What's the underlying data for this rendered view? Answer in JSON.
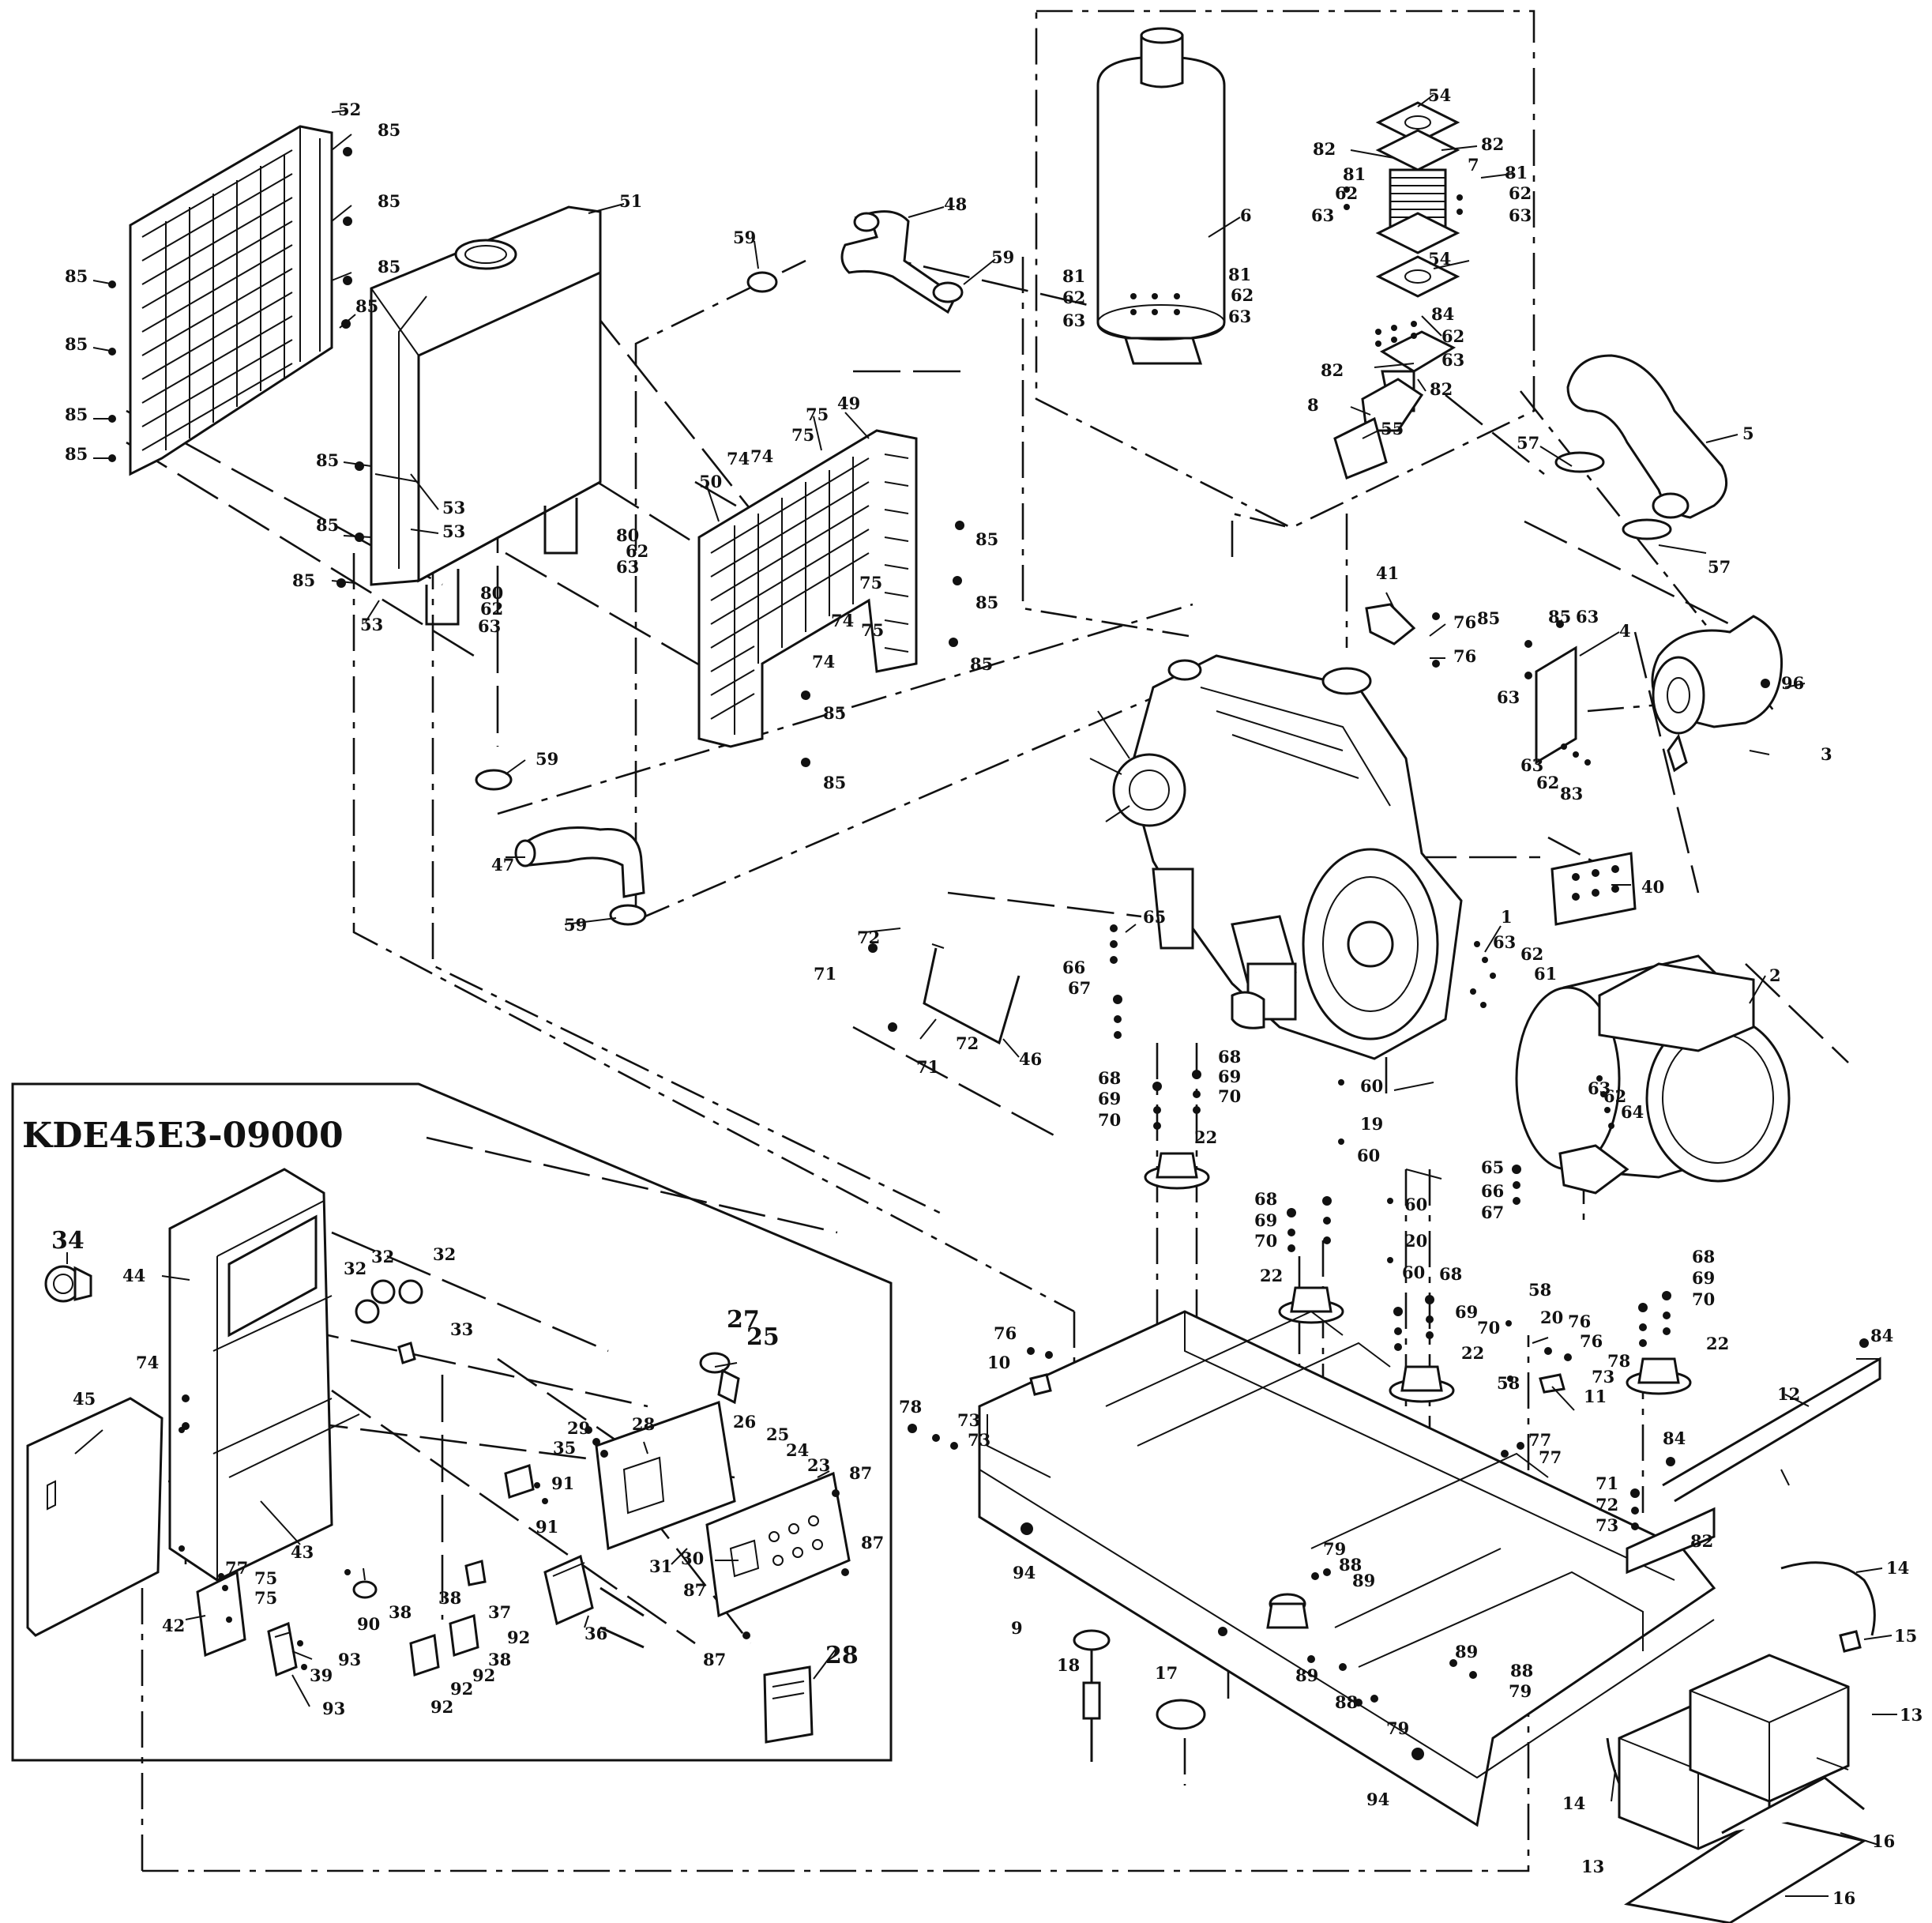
{
  "diagram": {
    "model_label": "KDE45E3-09000",
    "callouts": [
      {
        "id": "c52",
        "text": "52"
      },
      {
        "id": "c85a",
        "text": "85"
      },
      {
        "id": "c85b",
        "text": "85"
      },
      {
        "id": "c85c",
        "text": "85"
      },
      {
        "id": "c85d",
        "text": "85"
      },
      {
        "id": "c85e",
        "text": "85"
      },
      {
        "id": "c85f",
        "text": "85"
      },
      {
        "id": "c85g",
        "text": "85"
      },
      {
        "id": "c85h",
        "text": "85"
      },
      {
        "id": "c51",
        "text": "51"
      },
      {
        "id": "c85i",
        "text": "85"
      },
      {
        "id": "c85j",
        "text": "85"
      },
      {
        "id": "c85k",
        "text": "85"
      },
      {
        "id": "c53a",
        "text": "53"
      },
      {
        "id": "c53b",
        "text": "53"
      },
      {
        "id": "c53c",
        "text": "53"
      },
      {
        "id": "c80a",
        "text": "80"
      },
      {
        "id": "c62a",
        "text": "62"
      },
      {
        "id": "c63a",
        "text": "63"
      },
      {
        "id": "c80b",
        "text": "80"
      },
      {
        "id": "c62b",
        "text": "62"
      },
      {
        "id": "c63b",
        "text": "63"
      },
      {
        "id": "c48",
        "text": "48"
      },
      {
        "id": "c59a",
        "text": "59"
      },
      {
        "id": "c59b",
        "text": "59"
      },
      {
        "id": "c49",
        "text": "49"
      },
      {
        "id": "c50",
        "text": "50"
      },
      {
        "id": "c75a",
        "text": "75"
      },
      {
        "id": "c75b",
        "text": "75"
      },
      {
        "id": "c74a",
        "text": "74"
      },
      {
        "id": "c74b",
        "text": "74"
      },
      {
        "id": "c75c",
        "text": "75"
      },
      {
        "id": "c74c",
        "text": "74"
      },
      {
        "id": "c75d",
        "text": "75"
      },
      {
        "id": "c74d",
        "text": "74"
      },
      {
        "id": "c85l",
        "text": "85"
      },
      {
        "id": "c85m",
        "text": "85"
      },
      {
        "id": "c85n",
        "text": "85"
      },
      {
        "id": "c85o",
        "text": "85"
      },
      {
        "id": "c85p",
        "text": "85"
      },
      {
        "id": "c6",
        "text": "6"
      },
      {
        "id": "c54a",
        "text": "54"
      },
      {
        "id": "c82a",
        "text": "82"
      },
      {
        "id": "c82b",
        "text": "82"
      },
      {
        "id": "c7",
        "text": "7"
      },
      {
        "id": "c81a",
        "text": "81"
      },
      {
        "id": "c62c",
        "text": "62"
      },
      {
        "id": "c63c",
        "text": "63"
      },
      {
        "id": "c81b",
        "text": "81"
      },
      {
        "id": "c62d",
        "text": "62"
      },
      {
        "id": "c63d",
        "text": "63"
      },
      {
        "id": "c54b",
        "text": "54"
      },
      {
        "id": "c81c",
        "text": "81"
      },
      {
        "id": "c62e",
        "text": "62"
      },
      {
        "id": "c63e",
        "text": "63"
      },
      {
        "id": "c81d",
        "text": "81"
      },
      {
        "id": "c62f",
        "text": "62"
      },
      {
        "id": "c63f",
        "text": "63"
      },
      {
        "id": "c84a",
        "text": "84"
      },
      {
        "id": "c62g",
        "text": "62"
      },
      {
        "id": "c63g",
        "text": "63"
      },
      {
        "id": "c82c",
        "text": "82"
      },
      {
        "id": "c82d",
        "text": "82"
      },
      {
        "id": "c8",
        "text": "8"
      },
      {
        "id": "c55",
        "text": "55"
      },
      {
        "id": "c5",
        "text": "5"
      },
      {
        "id": "c57a",
        "text": "57"
      },
      {
        "id": "c57b",
        "text": "57"
      },
      {
        "id": "c41",
        "text": "41"
      },
      {
        "id": "c76a",
        "text": "76"
      },
      {
        "id": "c76b",
        "text": "76"
      },
      {
        "id": "c85q",
        "text": "85"
      },
      {
        "id": "c63h",
        "text": "63"
      },
      {
        "id": "c4",
        "text": "4"
      },
      {
        "id": "c85r",
        "text": "85"
      },
      {
        "id": "c63i",
        "text": "63"
      },
      {
        "id": "c96",
        "text": "96"
      },
      {
        "id": "c3",
        "text": "3"
      },
      {
        "id": "c63j",
        "text": "63"
      },
      {
        "id": "c62h",
        "text": "62"
      },
      {
        "id": "c83",
        "text": "83"
      },
      {
        "id": "c59c",
        "text": "59"
      },
      {
        "id": "c47",
        "text": "47"
      },
      {
        "id": "c59d",
        "text": "59"
      },
      {
        "id": "c40",
        "text": "40"
      },
      {
        "id": "c1",
        "text": "1"
      },
      {
        "id": "c63k",
        "text": "63"
      },
      {
        "id": "c62i",
        "text": "62"
      },
      {
        "id": "c61",
        "text": "61"
      },
      {
        "id": "c65a",
        "text": "65"
      },
      {
        "id": "c66a",
        "text": "66"
      },
      {
        "id": "c67a",
        "text": "67"
      },
      {
        "id": "c72a",
        "text": "72"
      },
      {
        "id": "c71a",
        "text": "71"
      },
      {
        "id": "c72b",
        "text": "72"
      },
      {
        "id": "c71b",
        "text": "71"
      },
      {
        "id": "c46",
        "text": "46"
      },
      {
        "id": "c2",
        "text": "2"
      },
      {
        "id": "c63l",
        "text": "63"
      },
      {
        "id": "c62j",
        "text": "62"
      },
      {
        "id": "c64",
        "text": "64"
      },
      {
        "id": "c60a",
        "text": "60"
      },
      {
        "id": "c19",
        "text": "19"
      },
      {
        "id": "c60b",
        "text": "60"
      },
      {
        "id": "c68a",
        "text": "68"
      },
      {
        "id": "c69a",
        "text": "69"
      },
      {
        "id": "c70a",
        "text": "70"
      },
      {
        "id": "c68b",
        "text": "68"
      },
      {
        "id": "c69b",
        "text": "69"
      },
      {
        "id": "c70b",
        "text": "70"
      },
      {
        "id": "c22a",
        "text": "22"
      },
      {
        "id": "c65b",
        "text": "65"
      },
      {
        "id": "c66b",
        "text": "66"
      },
      {
        "id": "c67b",
        "text": "67"
      },
      {
        "id": "c60c",
        "text": "60"
      },
      {
        "id": "c20a",
        "text": "20"
      },
      {
        "id": "c60d",
        "text": "60"
      },
      {
        "id": "c68c",
        "text": "68"
      },
      {
        "id": "c69c",
        "text": "69"
      },
      {
        "id": "c70c",
        "text": "70"
      },
      {
        "id": "c22b",
        "text": "22"
      },
      {
        "id": "c68d",
        "text": "68"
      },
      {
        "id": "c69d",
        "text": "69"
      },
      {
        "id": "c70d",
        "text": "70"
      },
      {
        "id": "c22c",
        "text": "22"
      },
      {
        "id": "c58a",
        "text": "58"
      },
      {
        "id": "c20b",
        "text": "20"
      },
      {
        "id": "c76c",
        "text": "76"
      },
      {
        "id": "c76d",
        "text": "76"
      },
      {
        "id": "c78a",
        "text": "78"
      },
      {
        "id": "c73a",
        "text": "73"
      },
      {
        "id": "c58b",
        "text": "58"
      },
      {
        "id": "c11",
        "text": "11"
      },
      {
        "id": "c68e",
        "text": "68"
      },
      {
        "id": "c69e",
        "text": "69"
      },
      {
        "id": "c70e",
        "text": "70"
      },
      {
        "id": "c22d",
        "text": "22"
      },
      {
        "id": "c84b",
        "text": "84"
      },
      {
        "id": "c12",
        "text": "12"
      },
      {
        "id": "c84c",
        "text": "84"
      },
      {
        "id": "c76e",
        "text": "76"
      },
      {
        "id": "c10",
        "text": "10"
      },
      {
        "id": "c78b",
        "text": "78"
      },
      {
        "id": "c73b",
        "text": "73"
      },
      {
        "id": "c73c",
        "text": "73"
      },
      {
        "id": "c77a",
        "text": "77"
      },
      {
        "id": "c77b",
        "text": "77"
      },
      {
        "id": "c71c",
        "text": "71"
      },
      {
        "id": "c72c",
        "text": "72"
      },
      {
        "id": "c73d",
        "text": "73"
      },
      {
        "id": "c82e",
        "text": "82"
      },
      {
        "id": "c94a",
        "text": "94"
      },
      {
        "id": "c9",
        "text": "9"
      },
      {
        "id": "c79a",
        "text": "79"
      },
      {
        "id": "c88a",
        "text": "88"
      },
      {
        "id": "c89a",
        "text": "89"
      },
      {
        "id": "c18",
        "text": "18"
      },
      {
        "id": "c17",
        "text": "17"
      },
      {
        "id": "c89b",
        "text": "89"
      },
      {
        "id": "c89c",
        "text": "89"
      },
      {
        "id": "c88b",
        "text": "88"
      },
      {
        "id": "c79b",
        "text": "79"
      },
      {
        "id": "c88c",
        "text": "88"
      },
      {
        "id": "c79c",
        "text": "79"
      },
      {
        "id": "c94b",
        "text": "94"
      },
      {
        "id": "c14a",
        "text": "14"
      },
      {
        "id": "c15",
        "text": "15"
      },
      {
        "id": "c13a",
        "text": "13"
      },
      {
        "id": "c14b",
        "text": "14"
      },
      {
        "id": "c13b",
        "text": "13"
      },
      {
        "id": "c16a",
        "text": "16"
      },
      {
        "id": "c16b",
        "text": "16"
      },
      {
        "id": "c34",
        "text": "34"
      },
      {
        "id": "c44",
        "text": "44"
      },
      {
        "id": "c32a",
        "text": "32"
      },
      {
        "id": "c32b",
        "text": "32"
      },
      {
        "id": "c32c",
        "text": "32"
      },
      {
        "id": "c33",
        "text": "33"
      },
      {
        "id": "c74e",
        "text": "74"
      },
      {
        "id": "c45",
        "text": "45"
      },
      {
        "id": "c43",
        "text": "43"
      },
      {
        "id": "c27",
        "text": "27"
      },
      {
        "id": "c25a",
        "text": "25"
      },
      {
        "id": "c28a",
        "text": "28"
      },
      {
        "id": "c26",
        "text": "26"
      },
      {
        "id": "c25b",
        "text": "25"
      },
      {
        "id": "c29",
        "text": "29"
      },
      {
        "id": "c35",
        "text": "35"
      },
      {
        "id": "c91a",
        "text": "91"
      },
      {
        "id": "c91b",
        "text": "91"
      },
      {
        "id": "c24",
        "text": "24"
      },
      {
        "id": "c23",
        "text": "23"
      },
      {
        "id": "c87a",
        "text": "87"
      },
      {
        "id": "c87b",
        "text": "87"
      },
      {
        "id": "c87c",
        "text": "87"
      },
      {
        "id": "c87d",
        "text": "87"
      },
      {
        "id": "c31",
        "text": "31"
      },
      {
        "id": "c30",
        "text": "30"
      },
      {
        "id": "c36",
        "text": "36"
      },
      {
        "id": "c28b",
        "text": "28"
      },
      {
        "id": "c77c",
        "text": "77"
      },
      {
        "id": "c75e",
        "text": "75"
      },
      {
        "id": "c75f",
        "text": "75"
      },
      {
        "id": "c42",
        "text": "42"
      },
      {
        "id": "c90",
        "text": "90"
      },
      {
        "id": "c93a",
        "text": "93"
      },
      {
        "id": "c39",
        "text": "39"
      },
      {
        "id": "c93b",
        "text": "93"
      },
      {
        "id": "c37",
        "text": "37"
      },
      {
        "id": "c38a",
        "text": "38"
      },
      {
        "id": "c38b",
        "text": "38"
      },
      {
        "id": "c92a",
        "text": "92"
      },
      {
        "id": "c38c",
        "text": "38"
      },
      {
        "id": "c92b",
        "text": "92"
      },
      {
        "id": "c92c",
        "text": "92"
      },
      {
        "id": "c92d",
        "text": "92"
      }
    ]
  }
}
